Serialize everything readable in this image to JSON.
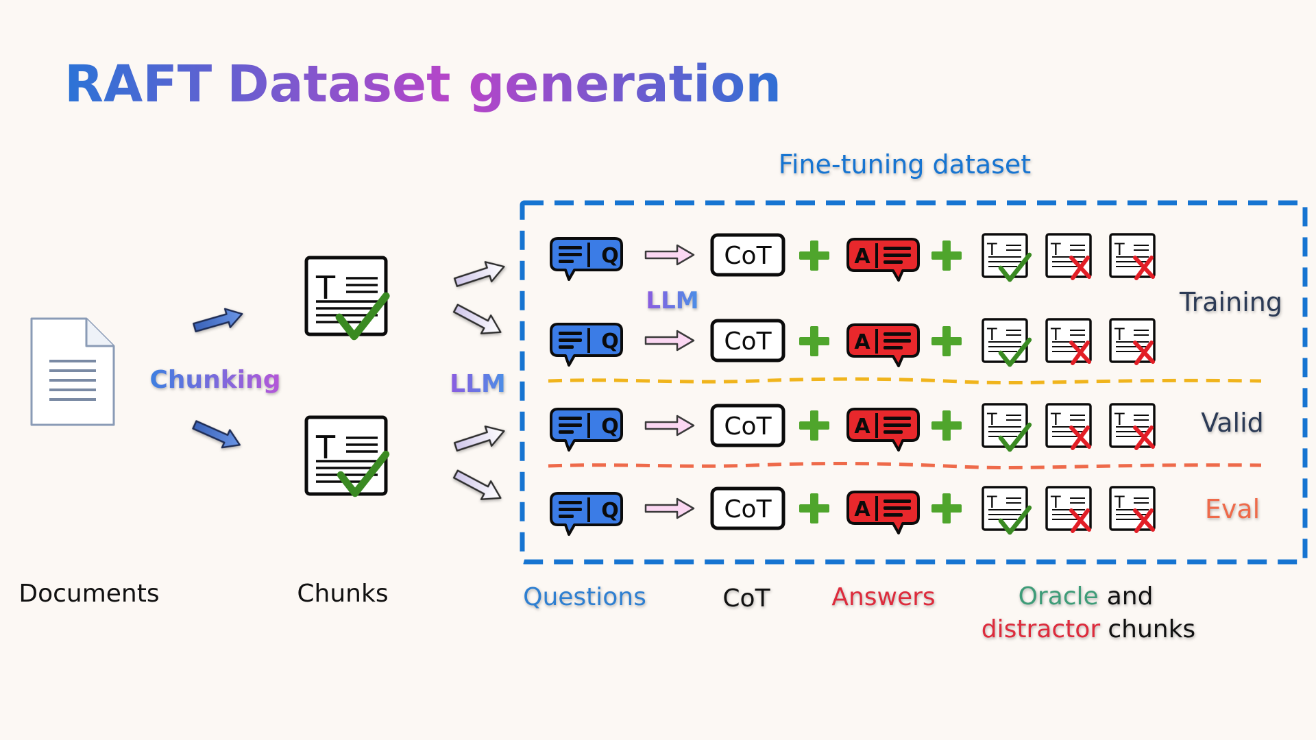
{
  "title": {
    "part1": "RAFT",
    "part2": "Dataset generation"
  },
  "labels": {
    "fine_tuning": "Fine-tuning dataset",
    "chunking": "Chunking",
    "llm_center": "LLM",
    "llm_row": "LLM",
    "training": "Training",
    "valid": "Valid",
    "eval": "Eval"
  },
  "bottom": {
    "documents": "Documents",
    "chunks": "Chunks",
    "questions": "Questions",
    "cot": "CoT",
    "answers": "Answers",
    "oracle": "Oracle",
    "and": "and",
    "distractor": "distractor",
    "chunks_word": "chunks"
  },
  "icons": {
    "q_letter": "Q",
    "a_letter": "A",
    "cot_text": "CoT",
    "doc_letter": "T"
  },
  "colors": {
    "title_blue": "#2b73d6",
    "title_purple": "#b944c8",
    "dash_blue": "#1674d1",
    "dash_yellow": "#f0b41c",
    "dash_orange": "#ee6a4a",
    "question_blue": "#3b7ce6",
    "answer_red": "#e8282c",
    "plus_green": "#4fa52c",
    "check_green": "#3a8a22",
    "cross_red": "#e21e26",
    "label_dark": "#2b3a55",
    "eval_orange": "#ee6a4a",
    "blue_text": "#2e7fd1",
    "red_text": "#dd2b3c",
    "oracle_green": "#3e9c78"
  }
}
